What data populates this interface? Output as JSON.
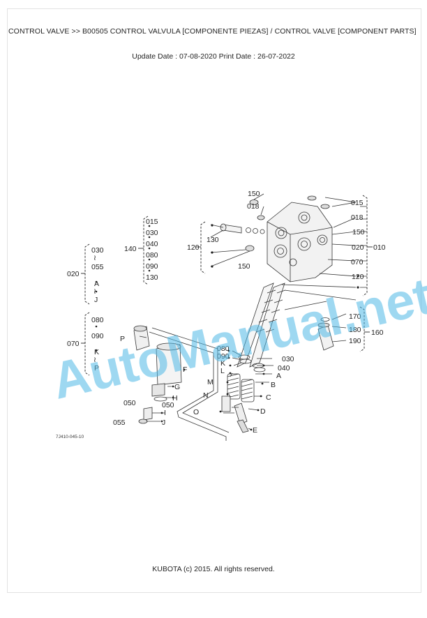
{
  "header": {
    "title": "CONTROL VALVE >> B00505   CONTROL VALVULA [COMPONENTE PIEZAS] / CONTROL VALVE [COMPONENT PARTS]",
    "dates": "Update Date : 07-08-2020   Print Date : 26-07-2022"
  },
  "footer": {
    "copyright": "KUBOTA (c) 2015. All rights reserved."
  },
  "watermark": {
    "text": "AutoManual.net",
    "color": "#4fb8e6"
  },
  "diagram": {
    "code": "7J410-045-10",
    "callouts": {
      "c150a": "150",
      "c018a": "018",
      "c130": "130",
      "c120a": "120",
      "c150b": "150",
      "c015r": "015",
      "c018r": "018",
      "c150r": "150",
      "c020r": "020",
      "c010": "010",
      "c070r": "070",
      "c120r": "120",
      "c170": "170",
      "c180": "180",
      "c190": "190",
      "c160": "160",
      "c080m": "080",
      "c090m": "090",
      "cKm": "K",
      "cLm": "L",
      "c030m": "030",
      "c040m": "040",
      "cAm": "A",
      "cBm": "B",
      "cCm": "C",
      "cDm": "D",
      "cEm": "E",
      "cMm": "M",
      "cNm": "N",
      "cOm": "O",
      "cF": "F",
      "cG": "G",
      "cH": "H",
      "cI": "I",
      "cJ": "J",
      "c050a": "050",
      "c050b": "050",
      "c055": "055",
      "cP": "P",
      "c140": "140",
      "c020l": "020",
      "c070l": "070"
    },
    "brackets": {
      "b140": [
        "015",
        "030",
        "040",
        "080",
        "090",
        "130"
      ],
      "b020": [
        "030",
        "≀",
        "055",
        "A",
        "≀",
        "J"
      ],
      "b070": [
        "080",
        "090",
        "K",
        "≀",
        "P"
      ],
      "b120": [
        "",
        "",
        ""
      ],
      "b160": [
        "",
        "",
        ""
      ]
    }
  }
}
